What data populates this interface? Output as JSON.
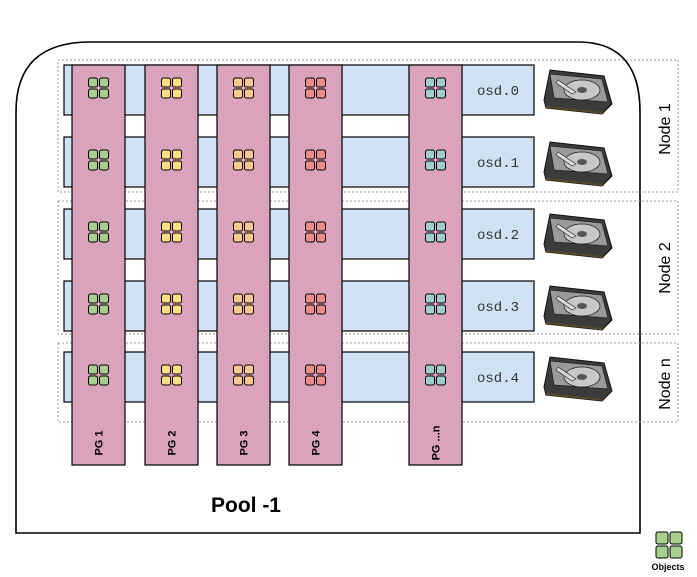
{
  "pool": {
    "label": "Pool -1"
  },
  "legend": {
    "label": "Objects",
    "icon": "objects-icon",
    "color": "#a7d08c"
  },
  "nodes": [
    {
      "label": "Node 1"
    },
    {
      "label": "Node 2"
    },
    {
      "label": "Node n"
    }
  ],
  "osds": [
    {
      "label": "osd.0",
      "icon": "hard-disk-icon"
    },
    {
      "label": "osd.1",
      "icon": "hard-disk-icon"
    },
    {
      "label": "osd.2",
      "icon": "hard-disk-icon"
    },
    {
      "label": "osd.3",
      "icon": "hard-disk-icon"
    },
    {
      "label": "osd.4",
      "icon": "hard-disk-icon"
    }
  ],
  "pgs": [
    {
      "label": "PG 1",
      "object_color": "#a7d08c"
    },
    {
      "label": "PG 2",
      "object_color": "#ffdf80"
    },
    {
      "label": "PG 3",
      "object_color": "#fbc891"
    },
    {
      "label": "PG 4",
      "object_color": "#ef8b8b"
    },
    {
      "label": "PG ...n",
      "object_color": "#9fcdce"
    }
  ],
  "colors": {
    "pg_column": "#d8a3bb",
    "osd_bar": "#cfe2f3",
    "outline": "#000000",
    "node_border": "#999999"
  }
}
